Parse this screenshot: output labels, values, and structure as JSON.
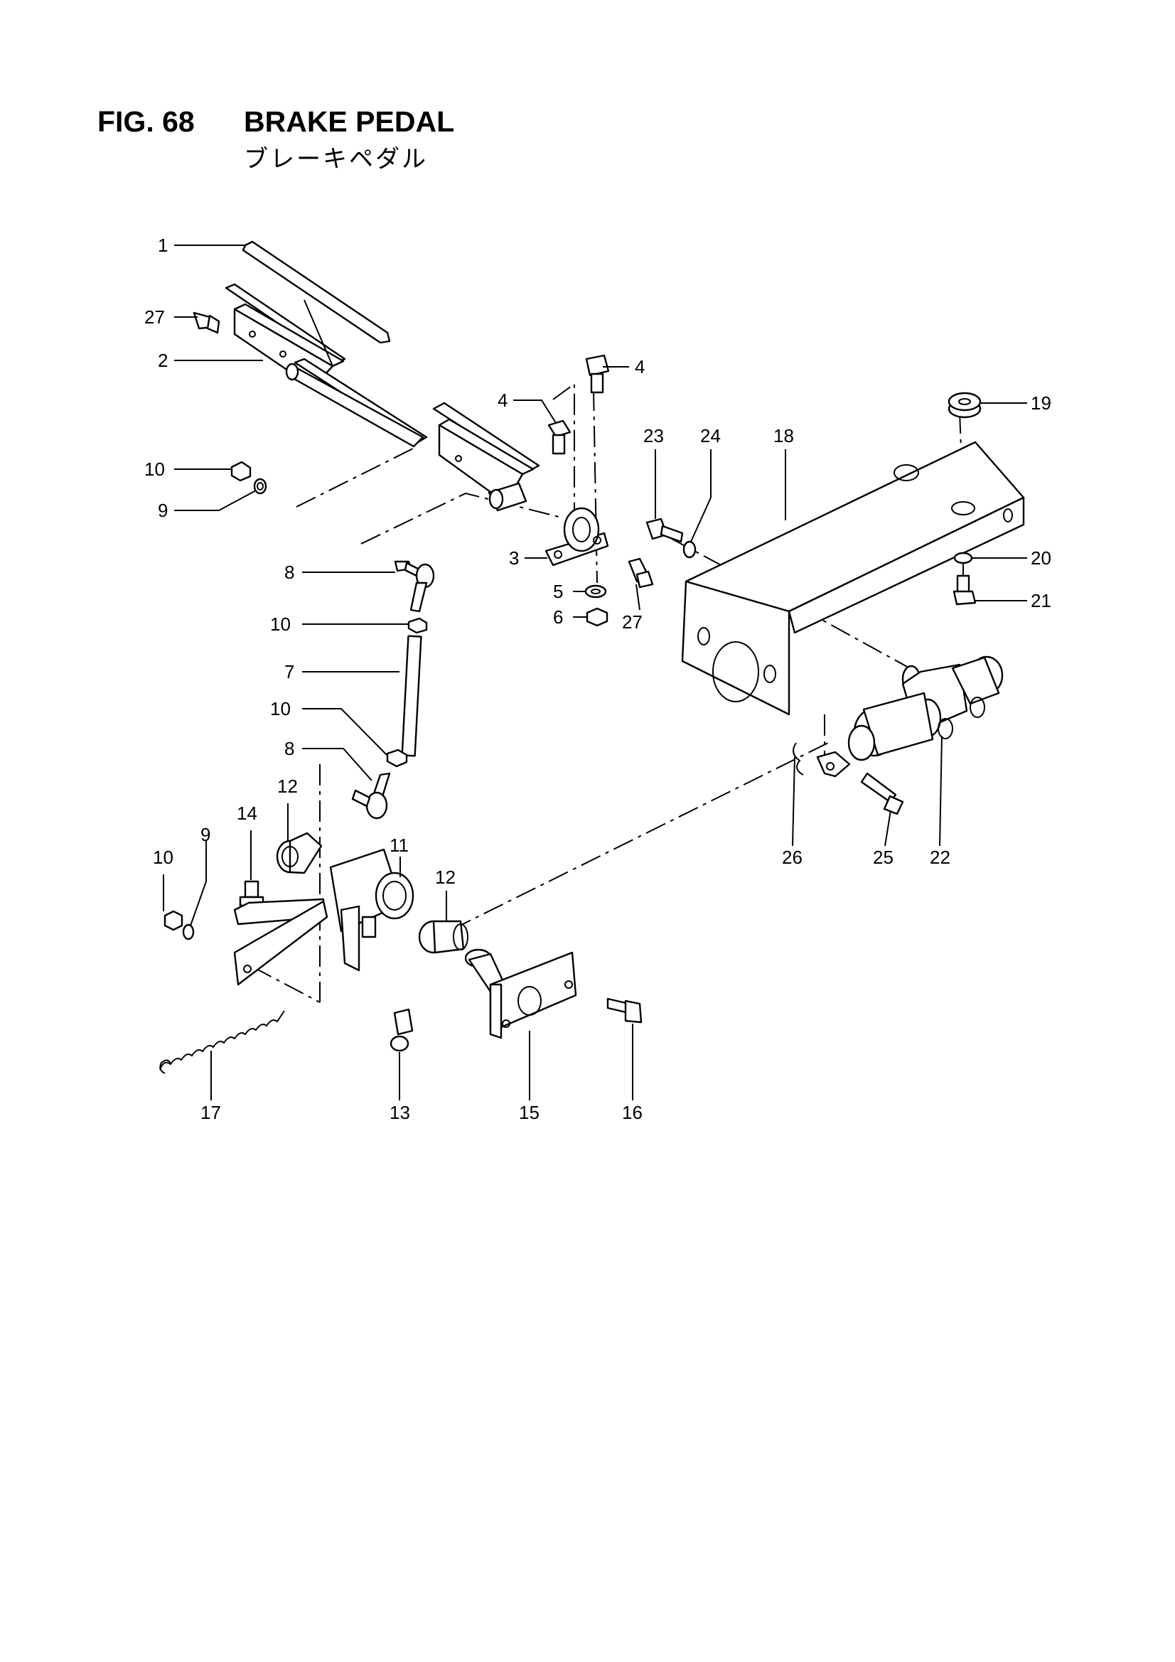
{
  "header": {
    "figure_number": "FIG. 68",
    "title": "BRAKE PEDAL",
    "subtitle_japanese": "ブレーキペダル"
  },
  "callouts": [
    {
      "id": "c1",
      "label": "1"
    },
    {
      "id": "c27a",
      "label": "27"
    },
    {
      "id": "c2",
      "label": "2"
    },
    {
      "id": "c10a",
      "label": "10"
    },
    {
      "id": "c9a",
      "label": "9"
    },
    {
      "id": "c4a",
      "label": "4"
    },
    {
      "id": "c4b",
      "label": "4"
    },
    {
      "id": "c3",
      "label": "3"
    },
    {
      "id": "c5",
      "label": "5"
    },
    {
      "id": "c6",
      "label": "6"
    },
    {
      "id": "c27b",
      "label": "27"
    },
    {
      "id": "c23",
      "label": "23"
    },
    {
      "id": "c24",
      "label": "24"
    },
    {
      "id": "c18",
      "label": "18"
    },
    {
      "id": "c19",
      "label": "19"
    },
    {
      "id": "c20",
      "label": "20"
    },
    {
      "id": "c21",
      "label": "21"
    },
    {
      "id": "c8a",
      "label": "8"
    },
    {
      "id": "c10b",
      "label": "10"
    },
    {
      "id": "c7",
      "label": "7"
    },
    {
      "id": "c10c",
      "label": "10"
    },
    {
      "id": "c8b",
      "label": "8"
    },
    {
      "id": "c12a",
      "label": "12"
    },
    {
      "id": "c14",
      "label": "14"
    },
    {
      "id": "c9b",
      "label": "9"
    },
    {
      "id": "c10d",
      "label": "10"
    },
    {
      "id": "c11",
      "label": "11"
    },
    {
      "id": "c12b",
      "label": "12"
    },
    {
      "id": "c26",
      "label": "26"
    },
    {
      "id": "c25",
      "label": "25"
    },
    {
      "id": "c22",
      "label": "22"
    },
    {
      "id": "c17",
      "label": "17"
    },
    {
      "id": "c13",
      "label": "13"
    },
    {
      "id": "c15",
      "label": "15"
    },
    {
      "id": "c16",
      "label": "16"
    }
  ]
}
